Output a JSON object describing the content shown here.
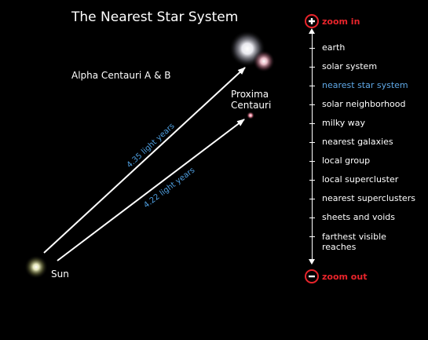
{
  "title": "The Nearest Star System",
  "labels": {
    "alpha": "Alpha Centauri A & B",
    "proxima_line1": "Proxima",
    "proxima_line2": "Centauri",
    "sun": "Sun",
    "dist_alpha": "4.35 light years",
    "dist_proxima": "4.22 light years"
  },
  "zoom": {
    "in_label": "zoom in",
    "out_label": "zoom out"
  },
  "menu": {
    "active": "nearest star system",
    "items": [
      "earth",
      "solar system",
      "nearest star system",
      "solar neighborhood",
      "milky way",
      "nearest galaxies",
      "local group",
      "local supercluster",
      "nearest superclusters",
      "sheets and voids",
      "farthest visible reaches"
    ]
  },
  "colors": {
    "background": "#000000",
    "accent_red": "#e8242b",
    "active_blue": "#5fa8e6",
    "distance_blue": "#4f9fe0"
  }
}
